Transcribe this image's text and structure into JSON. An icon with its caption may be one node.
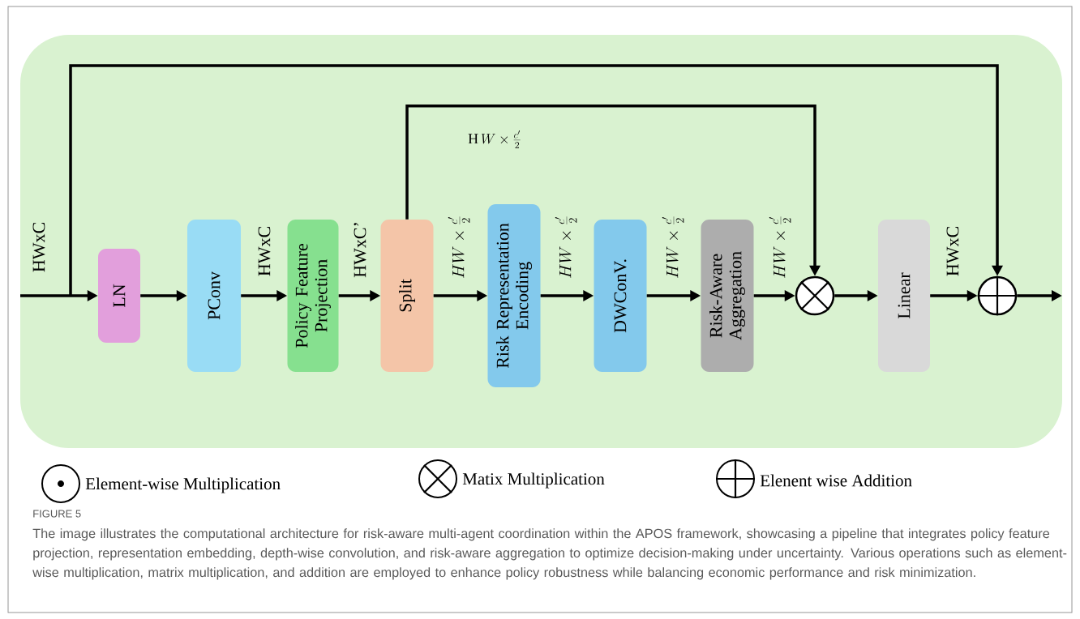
{
  "diagram": {
    "caption": "The image illustrates the computational architecture for risk-aware multi-agent coordination within the APOS framework, showcasing a pipeline that integrates policy feature projection, representation embedding, depth-wise convolution, and risk-aware aggregation to optimize decision-making under uncertainty. Various operations such as element-wise multiplication, matrix multiplication, and addition are employed to enhance policy robustness while balancing economic performance and risk minimization.",
    "nodes": [
      {
        "text": [
          "LN"
        ]
      },
      {
        "text": [
          "PConv"
        ]
      },
      {
        "text": [
          "Policy Feature Projection"
        ]
      },
      {
        "text": [
          "Split"
        ]
      },
      {
        "text": [
          "Risk Representation Encoding"
        ]
      },
      {
        "text": [
          "DWConV."
        ]
      },
      {
        "text": [
          "Risk-Aware Aggregation"
        ]
      },
      {
        "text": [],
        "shape": "circle"
      },
      {
        "text": [
          "Linear"
        ]
      },
      {
        "text": [],
        "shape": "circle"
      }
    ],
    "edges": [
      {
        "from": null,
        "to": 0,
        "arrow": "to",
        "label": "HWxC"
      },
      {
        "from": null,
        "to": 9,
        "arrow": "to"
      },
      {
        "from": 0,
        "to": 1,
        "arrow": "to"
      },
      {
        "from": 1,
        "to": 2,
        "arrow": "to",
        "label": "HWxC"
      },
      {
        "from": 2,
        "to": 3,
        "arrow": "to",
        "label": "HWxC’"
      },
      {
        "from": 3,
        "to": 7,
        "arrow": "to",
        "label": "\\mathrm{H}\\,W \\times \\frac{c'}{2}"
      },
      {
        "from": 3,
        "to": 4,
        "arrow": "to",
        "label": "HW \\times \\frac{c'}{2}"
      },
      {
        "from": 4,
        "to": 5,
        "arrow": "to",
        "label": "HW \\times \\frac{c'}{2}"
      },
      {
        "from": 5,
        "to": 6,
        "arrow": "to",
        "label": "HW \\times \\frac{c'}{2}"
      },
      {
        "from": 6,
        "to": 7,
        "arrow": "to",
        "label": "HW \\times \\frac{c'}{2}"
      },
      {
        "from": 7,
        "to": 8,
        "arrow": "to"
      },
      {
        "from": 8,
        "to": 9,
        "arrow": "to",
        "label": "HWxC"
      },
      {
        "from": 9,
        "to": null,
        "arrow": "to"
      }
    ],
    "labels": [
      "FIGURE 5"
    ],
    "legend": [
      {
        "text": "Element-wise Multiplication"
      },
      {
        "text": "Matix Multiplication"
      },
      {
        "text": "Elenent wise Addition"
      }
    ]
  }
}
